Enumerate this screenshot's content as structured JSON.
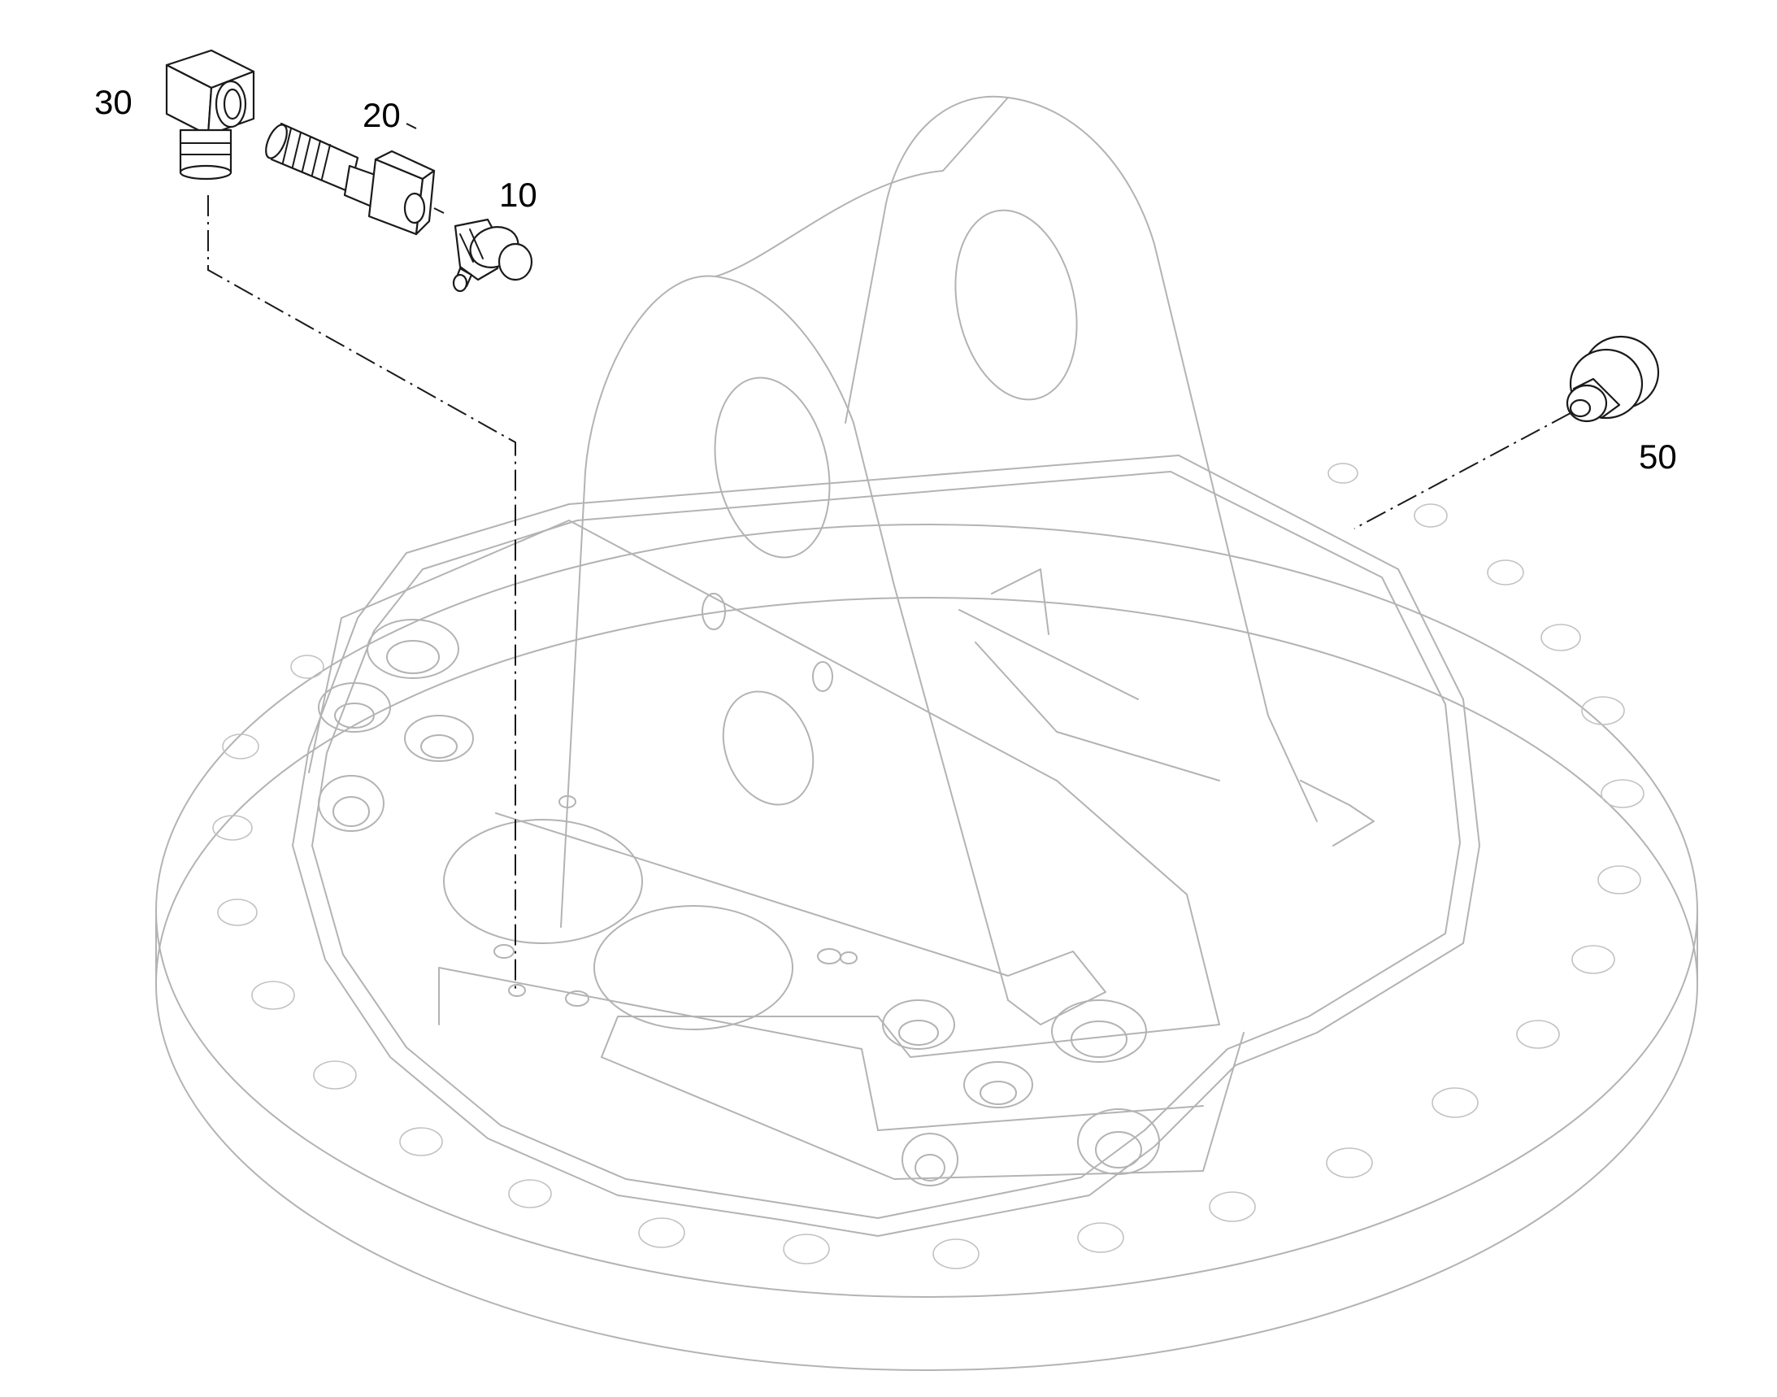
{
  "diagram": {
    "callouts": {
      "item_30": "30",
      "item_20": "20",
      "item_10": "10",
      "item_50": "50"
    },
    "colors": {
      "background": "#ffffff",
      "part_outline": "#1a1a1a",
      "housing_outline": "#b3b3b3",
      "text": "#000000"
    }
  }
}
